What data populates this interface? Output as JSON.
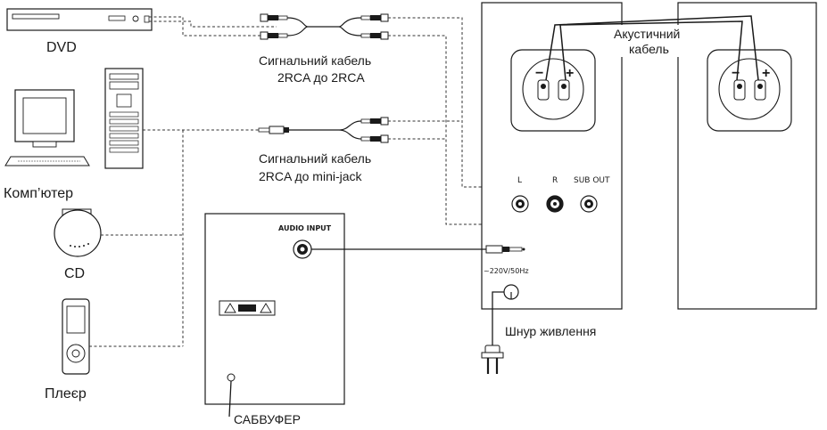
{
  "devices": {
    "dvd": "DVD",
    "computer": "Комп’ютер",
    "cd": "CD",
    "player": "Плеєр",
    "subwoofer": "САБВУФЕР"
  },
  "cables": {
    "rca_to_rca_line1": "Сигнальний кабель",
    "rca_to_rca_line2": "2RCA до 2RCA",
    "rca_to_jack_line1": "Сигнальний кабель",
    "rca_to_jack_line2": "2RCA до mini-jack",
    "acoustic_line1": "Акустичний",
    "acoustic_line2": "кабель",
    "power_cord": "Шнур живлення"
  },
  "speaker_panel": {
    "input_l": "L",
    "input_r": "R",
    "sub_out": "SUB OUT",
    "power_rating": "~220V/50Hz",
    "terminal_minus": "−",
    "terminal_plus": "+"
  },
  "subwoofer_panel": {
    "audio_input": "AUDIO INPUT"
  }
}
